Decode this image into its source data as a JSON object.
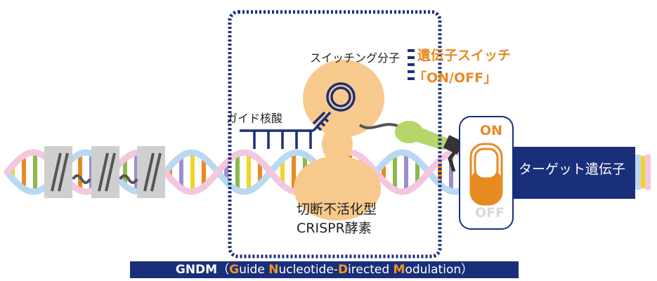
{
  "labels": {
    "switch_title": "遺伝子スイッチ",
    "switch_sub": "「ON/OFF」",
    "switching_molecule": "スイッチング分子",
    "guide_nucleic_acid": "ガイド核酸",
    "enzyme_line1": "切断不活化型",
    "enzyme_line2": "CRISPR酵素",
    "target_gene": "ターゲット遺伝子",
    "on": "ON",
    "off": "OFF"
  },
  "footer": {
    "abbr": "GNDM",
    "open": "（",
    "g": "G",
    "g_rest": "uide ",
    "n": "N",
    "n_rest": "ucleotide-",
    "d": "D",
    "d_rest": "irected ",
    "m": "M",
    "m_rest": "odulation",
    "close": "）"
  },
  "colors": {
    "navy": "#1a2f7a",
    "orange": "#e88a22",
    "enzyme": "#f8c98c",
    "strand_pink": "#f2c7df",
    "strand_blue": "#b9d9f2",
    "arm_green": "#b5d66b",
    "break_block": "#cfcfcf"
  }
}
